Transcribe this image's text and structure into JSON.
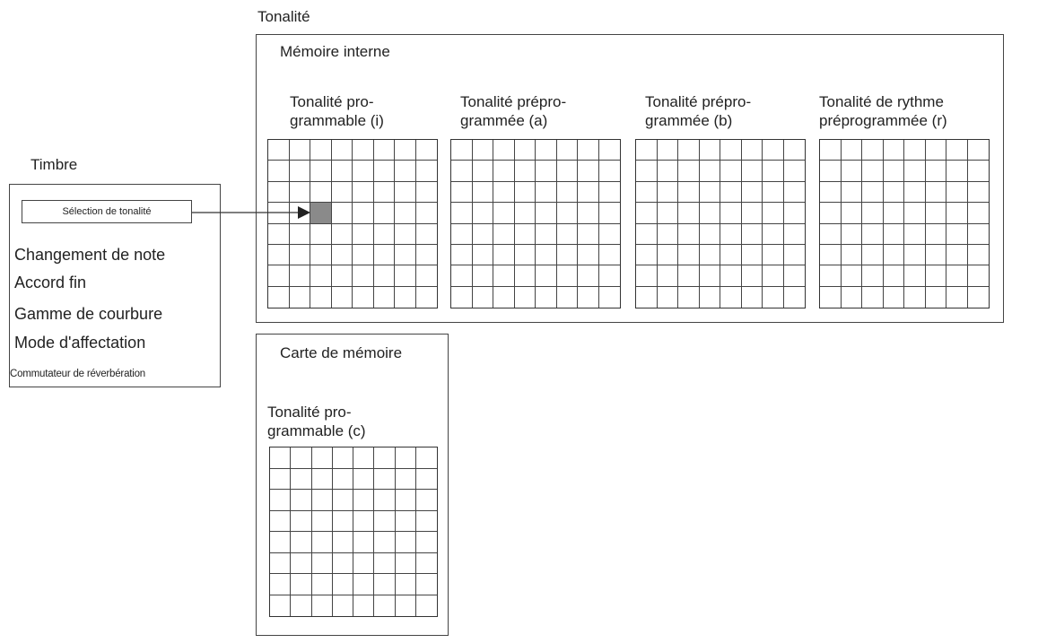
{
  "tonalite": {
    "title": "Tonalité",
    "memoire_interne": {
      "title": "Mémoire interne",
      "banks": [
        {
          "label": "Tonalité pro-\n grammable (i)"
        },
        {
          "label": "Tonalité prépro-\ngrammée (a)"
        },
        {
          "label": "Tonalité prépro-\ngrammée (b)"
        },
        {
          "label": "Tonalité de rythme\npréprogrammée (r)"
        }
      ]
    },
    "carte_memoire": {
      "title": "Carte de mémoire",
      "bank": {
        "label": "Tonalité pro-\n grammable (c)"
      }
    }
  },
  "timbre": {
    "title": "Timbre",
    "selection": "Sélection de tonalité",
    "items": [
      "Changement de note",
      "Accord fin",
      "Gamme de courbure",
      "Mode d'affectation",
      "Commutateur de réverbération"
    ]
  },
  "grid": {
    "rows": 8,
    "cols": 8,
    "selected": {
      "row": 3,
      "col": 2
    },
    "selected_fill": "#8a8a8a"
  }
}
